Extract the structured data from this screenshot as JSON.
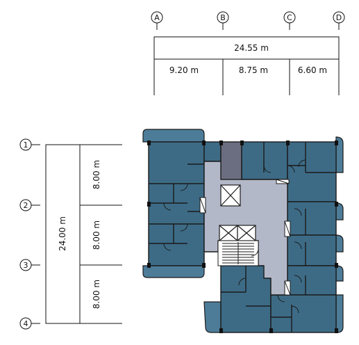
{
  "grid_columns": [
    "A",
    "B",
    "C",
    "D"
  ],
  "grid_rows": [
    "1",
    "2",
    "3",
    "4"
  ],
  "horizontal_dimensions": {
    "total": "24.55 m",
    "spans": [
      "9.20 m",
      "8.75 m",
      "6.60 m"
    ]
  },
  "vertical_dimensions": {
    "total": "24.00 m",
    "spans": [
      "8.00 m",
      "8.00 m",
      "8.00 m"
    ]
  },
  "colors": {
    "apartment_fill": "#3d6b86",
    "corridor_fill": "#b3b8c9",
    "shaft_fill": "#6b6e80",
    "balcony_fill": "#4d7c98",
    "line": "#111111"
  }
}
